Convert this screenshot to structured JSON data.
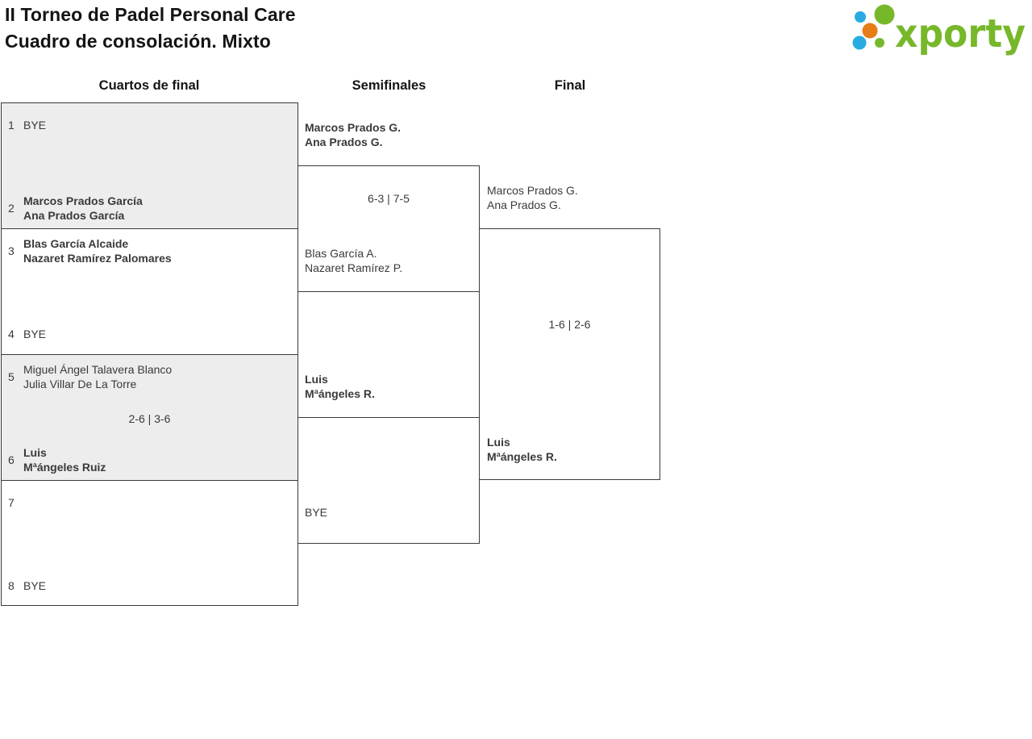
{
  "header": {
    "title_line1": "II Torneo de Padel Personal Care",
    "title_line2": "Cuadro de consolación. Mixto",
    "logo_text": "xporty"
  },
  "colors": {
    "logo_green": "#77b82b",
    "logo_blue": "#29abe2",
    "logo_orange": "#e87c16",
    "box_gray": "#ededed",
    "border": "#3a3a3a"
  },
  "rounds": [
    {
      "label": "Cuartos de final"
    },
    {
      "label": "Semifinales"
    },
    {
      "label": "Final"
    }
  ],
  "qf": [
    {
      "top": {
        "seed": "1",
        "line1": "BYE",
        "line2": "",
        "bold": false
      },
      "score": "",
      "bottom": {
        "seed": "2",
        "line1": "Marcos Prados García",
        "line2": "Ana Prados García",
        "bold": true
      }
    },
    {
      "top": {
        "seed": "3",
        "line1": "Blas García Alcaide",
        "line2": "Nazaret Ramírez Palomares",
        "bold": true
      },
      "score": "",
      "bottom": {
        "seed": "4",
        "line1": "BYE",
        "line2": "",
        "bold": false
      }
    },
    {
      "top": {
        "seed": "5",
        "line1": "Miguel Ángel Talavera Blanco",
        "line2": "Julia Villar De La Torre",
        "bold": false
      },
      "score": "2-6 | 3-6",
      "bottom": {
        "seed": "6",
        "line1": "Luis",
        "line2": "Mªángeles Ruiz",
        "bold": true
      }
    },
    {
      "top": {
        "seed": "7",
        "line1": "",
        "line2": "",
        "bold": false
      },
      "score": "",
      "bottom": {
        "seed": "8",
        "line1": "BYE",
        "line2": "",
        "bold": false
      }
    }
  ],
  "sf": [
    {
      "top": {
        "line1": "Marcos Prados G.",
        "line2": "Ana Prados G.",
        "bold": true
      },
      "score": "6-3 | 7-5",
      "bottom": {
        "line1": "Blas García A.",
        "line2": "Nazaret Ramírez P.",
        "bold": false
      }
    },
    {
      "top": {
        "line1": "Luis",
        "line2": "Mªángeles R.",
        "bold": true
      },
      "score": "",
      "bottom": {
        "line1": "BYE",
        "line2": "",
        "bold": false
      }
    }
  ],
  "final": {
    "top": {
      "line1": "Marcos Prados G.",
      "line2": "Ana Prados G.",
      "bold": false
    },
    "score": "1-6 | 2-6",
    "bottom": {
      "line1": "Luis",
      "line2": "Mªángeles R.",
      "bold": true
    }
  }
}
